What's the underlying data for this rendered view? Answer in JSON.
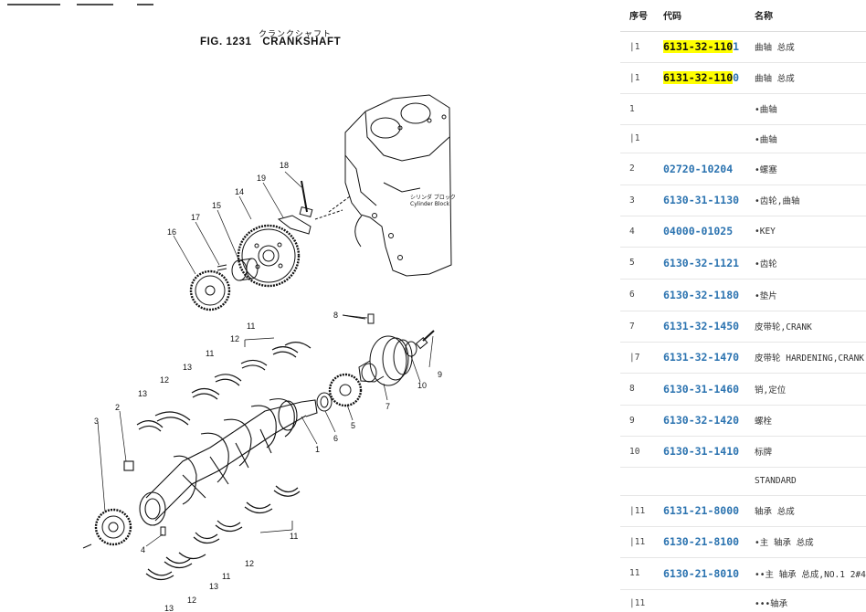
{
  "figure": {
    "title_jp": "クランクシャフト",
    "title_fig": "FIG. 1231",
    "title_name": "CRANKSHAFT",
    "block_label_jp": "シリンダ ブロック",
    "block_label_en": "Cylinder  Block",
    "callouts": {
      "n1": "1",
      "n2": "2",
      "n3": "3",
      "n4": "4",
      "n5": "5",
      "n6": "6",
      "n7": "7",
      "n8": "8",
      "n9": "9",
      "n10": "10",
      "n11": "11",
      "n12": "12",
      "n13": "13",
      "n14": "14",
      "n15": "15",
      "n16": "16",
      "n17": "17",
      "n18": "18",
      "n19": "19"
    }
  },
  "table": {
    "headers": {
      "seq": "序号",
      "code": "代码",
      "name": "名称"
    },
    "rows": [
      {
        "seq": "|1",
        "code_hl": "6131-32-110",
        "code_tail": "1",
        "name": "曲轴 总成"
      },
      {
        "seq": "|1",
        "code_hl": "6131-32-110",
        "code_tail": "0",
        "name": "曲轴 总成"
      },
      {
        "seq": "1",
        "code_hl": "",
        "code_tail": "",
        "name": "•曲轴"
      },
      {
        "seq": "|1",
        "code_hl": "",
        "code_tail": "",
        "name": "•曲轴"
      },
      {
        "seq": "2",
        "code_hl": "",
        "code_tail": "02720-10204",
        "name": "•螺塞"
      },
      {
        "seq": "3",
        "code_hl": "",
        "code_tail": "6130-31-1130",
        "name": "•齿轮,曲轴"
      },
      {
        "seq": "4",
        "code_hl": "",
        "code_tail": "04000-01025",
        "name": "•KEY"
      },
      {
        "seq": "5",
        "code_hl": "",
        "code_tail": "6130-32-1121",
        "name": "•齿轮"
      },
      {
        "seq": "6",
        "code_hl": "",
        "code_tail": "6130-32-1180",
        "name": "•垫片"
      },
      {
        "seq": "7",
        "code_hl": "",
        "code_tail": "6131-32-1450",
        "name": "皮带轮,CRANK"
      },
      {
        "seq": "|7",
        "code_hl": "",
        "code_tail": "6131-32-1470",
        "name": "皮带轮 HARDENING,CRANK"
      },
      {
        "seq": "8",
        "code_hl": "",
        "code_tail": "6130-31-1460",
        "name": "销,定位"
      },
      {
        "seq": "9",
        "code_hl": "",
        "code_tail": "6130-32-1420",
        "name": "螺栓"
      },
      {
        "seq": "10",
        "code_hl": "",
        "code_tail": "6130-31-1410",
        "name": "标牌"
      },
      {
        "seq": "",
        "code_hl": "",
        "code_tail": "",
        "name": "STANDARD"
      },
      {
        "seq": "|11",
        "code_hl": "",
        "code_tail": "6131-21-8000",
        "name": "轴承 总成"
      },
      {
        "seq": "|11",
        "code_hl": "",
        "code_tail": "6130-21-8100",
        "name": "•主 轴承 总成"
      },
      {
        "seq": "11",
        "code_hl": "",
        "code_tail": "6130-21-8010",
        "name": "••主 轴承 总成,NO.1 2#4"
      },
      {
        "seq": "|11",
        "code_hl": "",
        "code_tail": "",
        "name": "•••轴承"
      }
    ]
  },
  "colors": {
    "highlight": "#ffff00",
    "code_text": "#2b73b0",
    "drawing_ink": "#111111"
  }
}
